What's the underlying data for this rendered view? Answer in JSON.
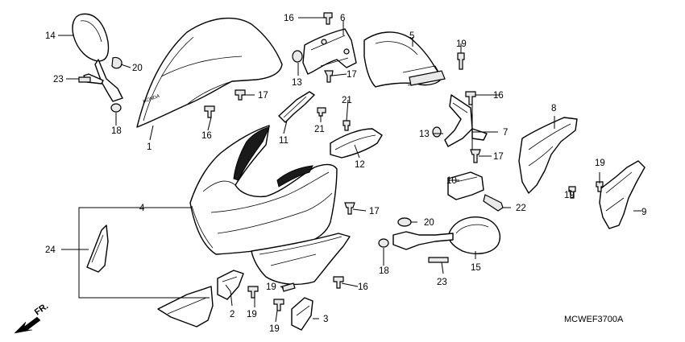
{
  "diagram": {
    "callouts": [
      "1",
      "2",
      "3",
      "4",
      "5",
      "6",
      "7",
      "8",
      "9",
      "10",
      "11",
      "12",
      "13",
      "14",
      "15",
      "16",
      "17",
      "18",
      "19",
      "20",
      "21",
      "22",
      "23",
      "24"
    ],
    "windscreen_brand": "HONDA",
    "forward_label": "FR.",
    "diagram_code": "MCWEF3700A"
  }
}
